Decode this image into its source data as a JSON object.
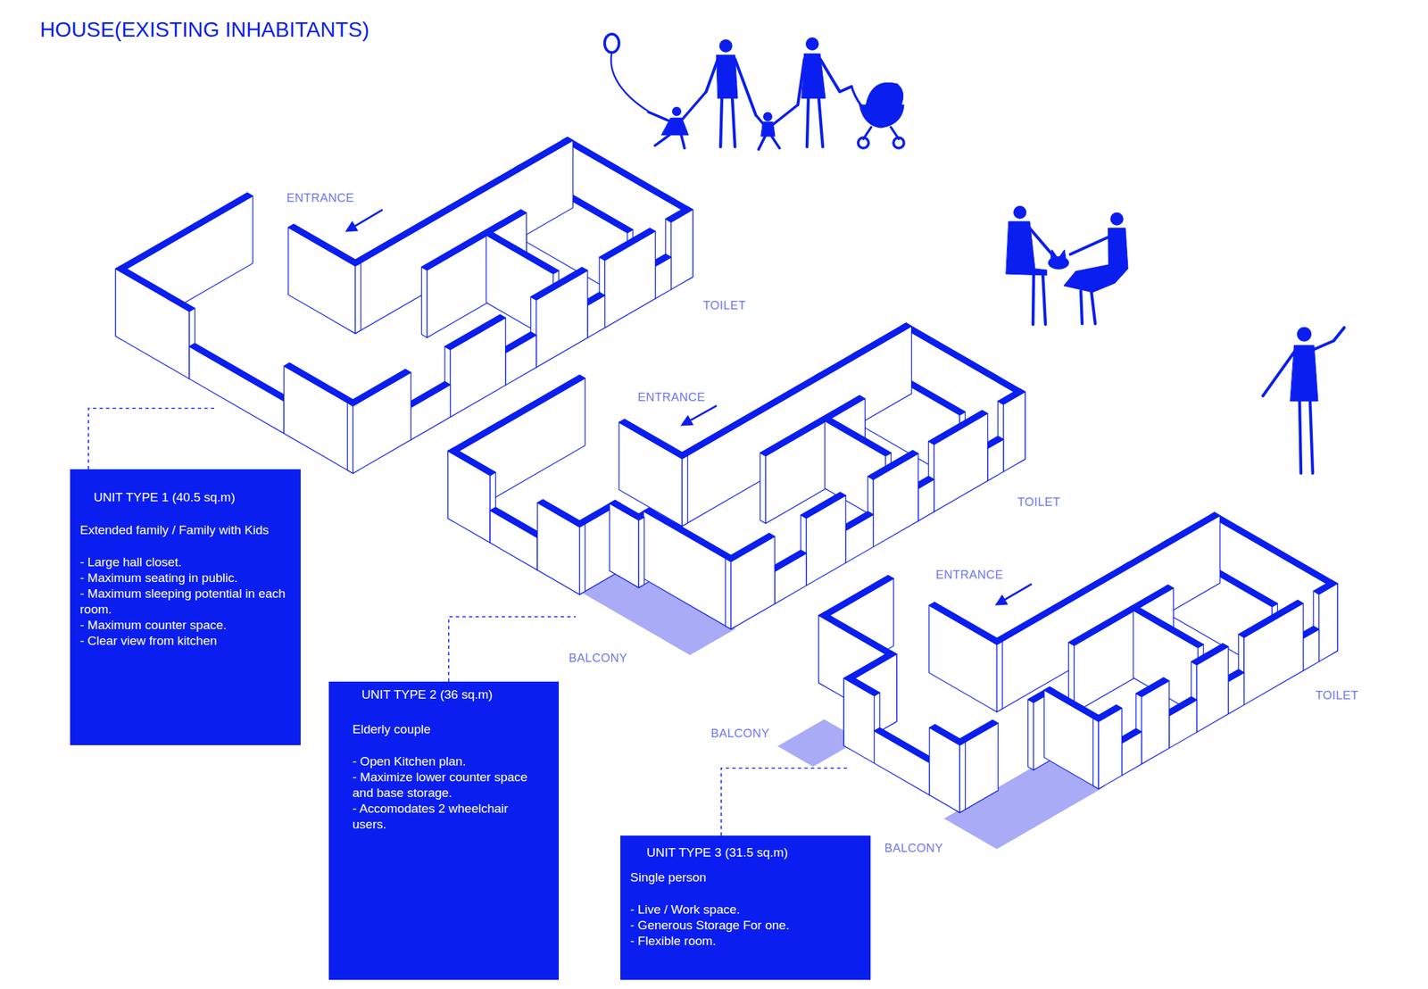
{
  "diagram": {
    "title": "HOUSE(EXISTING INHABITANTS)",
    "nodes": [
      {
        "text": [
          "UNIT TYPE 1 (40.5 sq.m)",
          "Extended family / Family with Kids",
          "- Large hall closet.",
          "- Maximum seating in public.",
          "- Maximum sleeping potential in each room.",
          "- Maximum counter space.",
          "- Clear view from kitchen"
        ]
      },
      {
        "text": [
          "UNIT TYPE 2 (36 sq.m)",
          "Elderly couple",
          "- Open Kitchen plan.",
          "- Maximize lower counter space and base storage.",
          "- Accomodates 2 wheelchair users."
        ]
      },
      {
        "text": [
          "UNIT TYPE 3 (31.5 sq.m)",
          "Single person",
          "- Live / Work space.",
          "- Generous Storage For one.",
          "- Flexible room."
        ]
      }
    ],
    "labels": [
      "ENTRANCE",
      "TOILET",
      "ENTRANCE",
      "TOILET",
      "ENTRANCE",
      "BALCONY",
      "TOILET",
      "BALCONY",
      "BALCONY"
    ]
  }
}
